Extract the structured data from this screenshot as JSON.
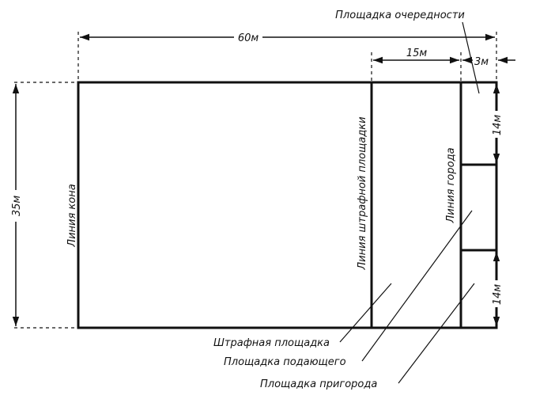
{
  "labels": {
    "queue_area": "Площадка очередности",
    "line_kona": "Линия кона",
    "penalty_line": "Линия штрафной площадки",
    "gorod_line": "Линия города",
    "penalty_area": "Штрафная площадка",
    "server_area": "Площадка подающего",
    "prigorod_area": "Площадка пригорода"
  },
  "dimensions": {
    "field_length": "60м",
    "penalty_width": "15м",
    "queue_width": "3м",
    "field_width": "35м",
    "prigorod_top": "14м",
    "prigorod_bottom": "14м"
  },
  "colors": {
    "ink": "#111111",
    "paper": "#ffffff"
  }
}
